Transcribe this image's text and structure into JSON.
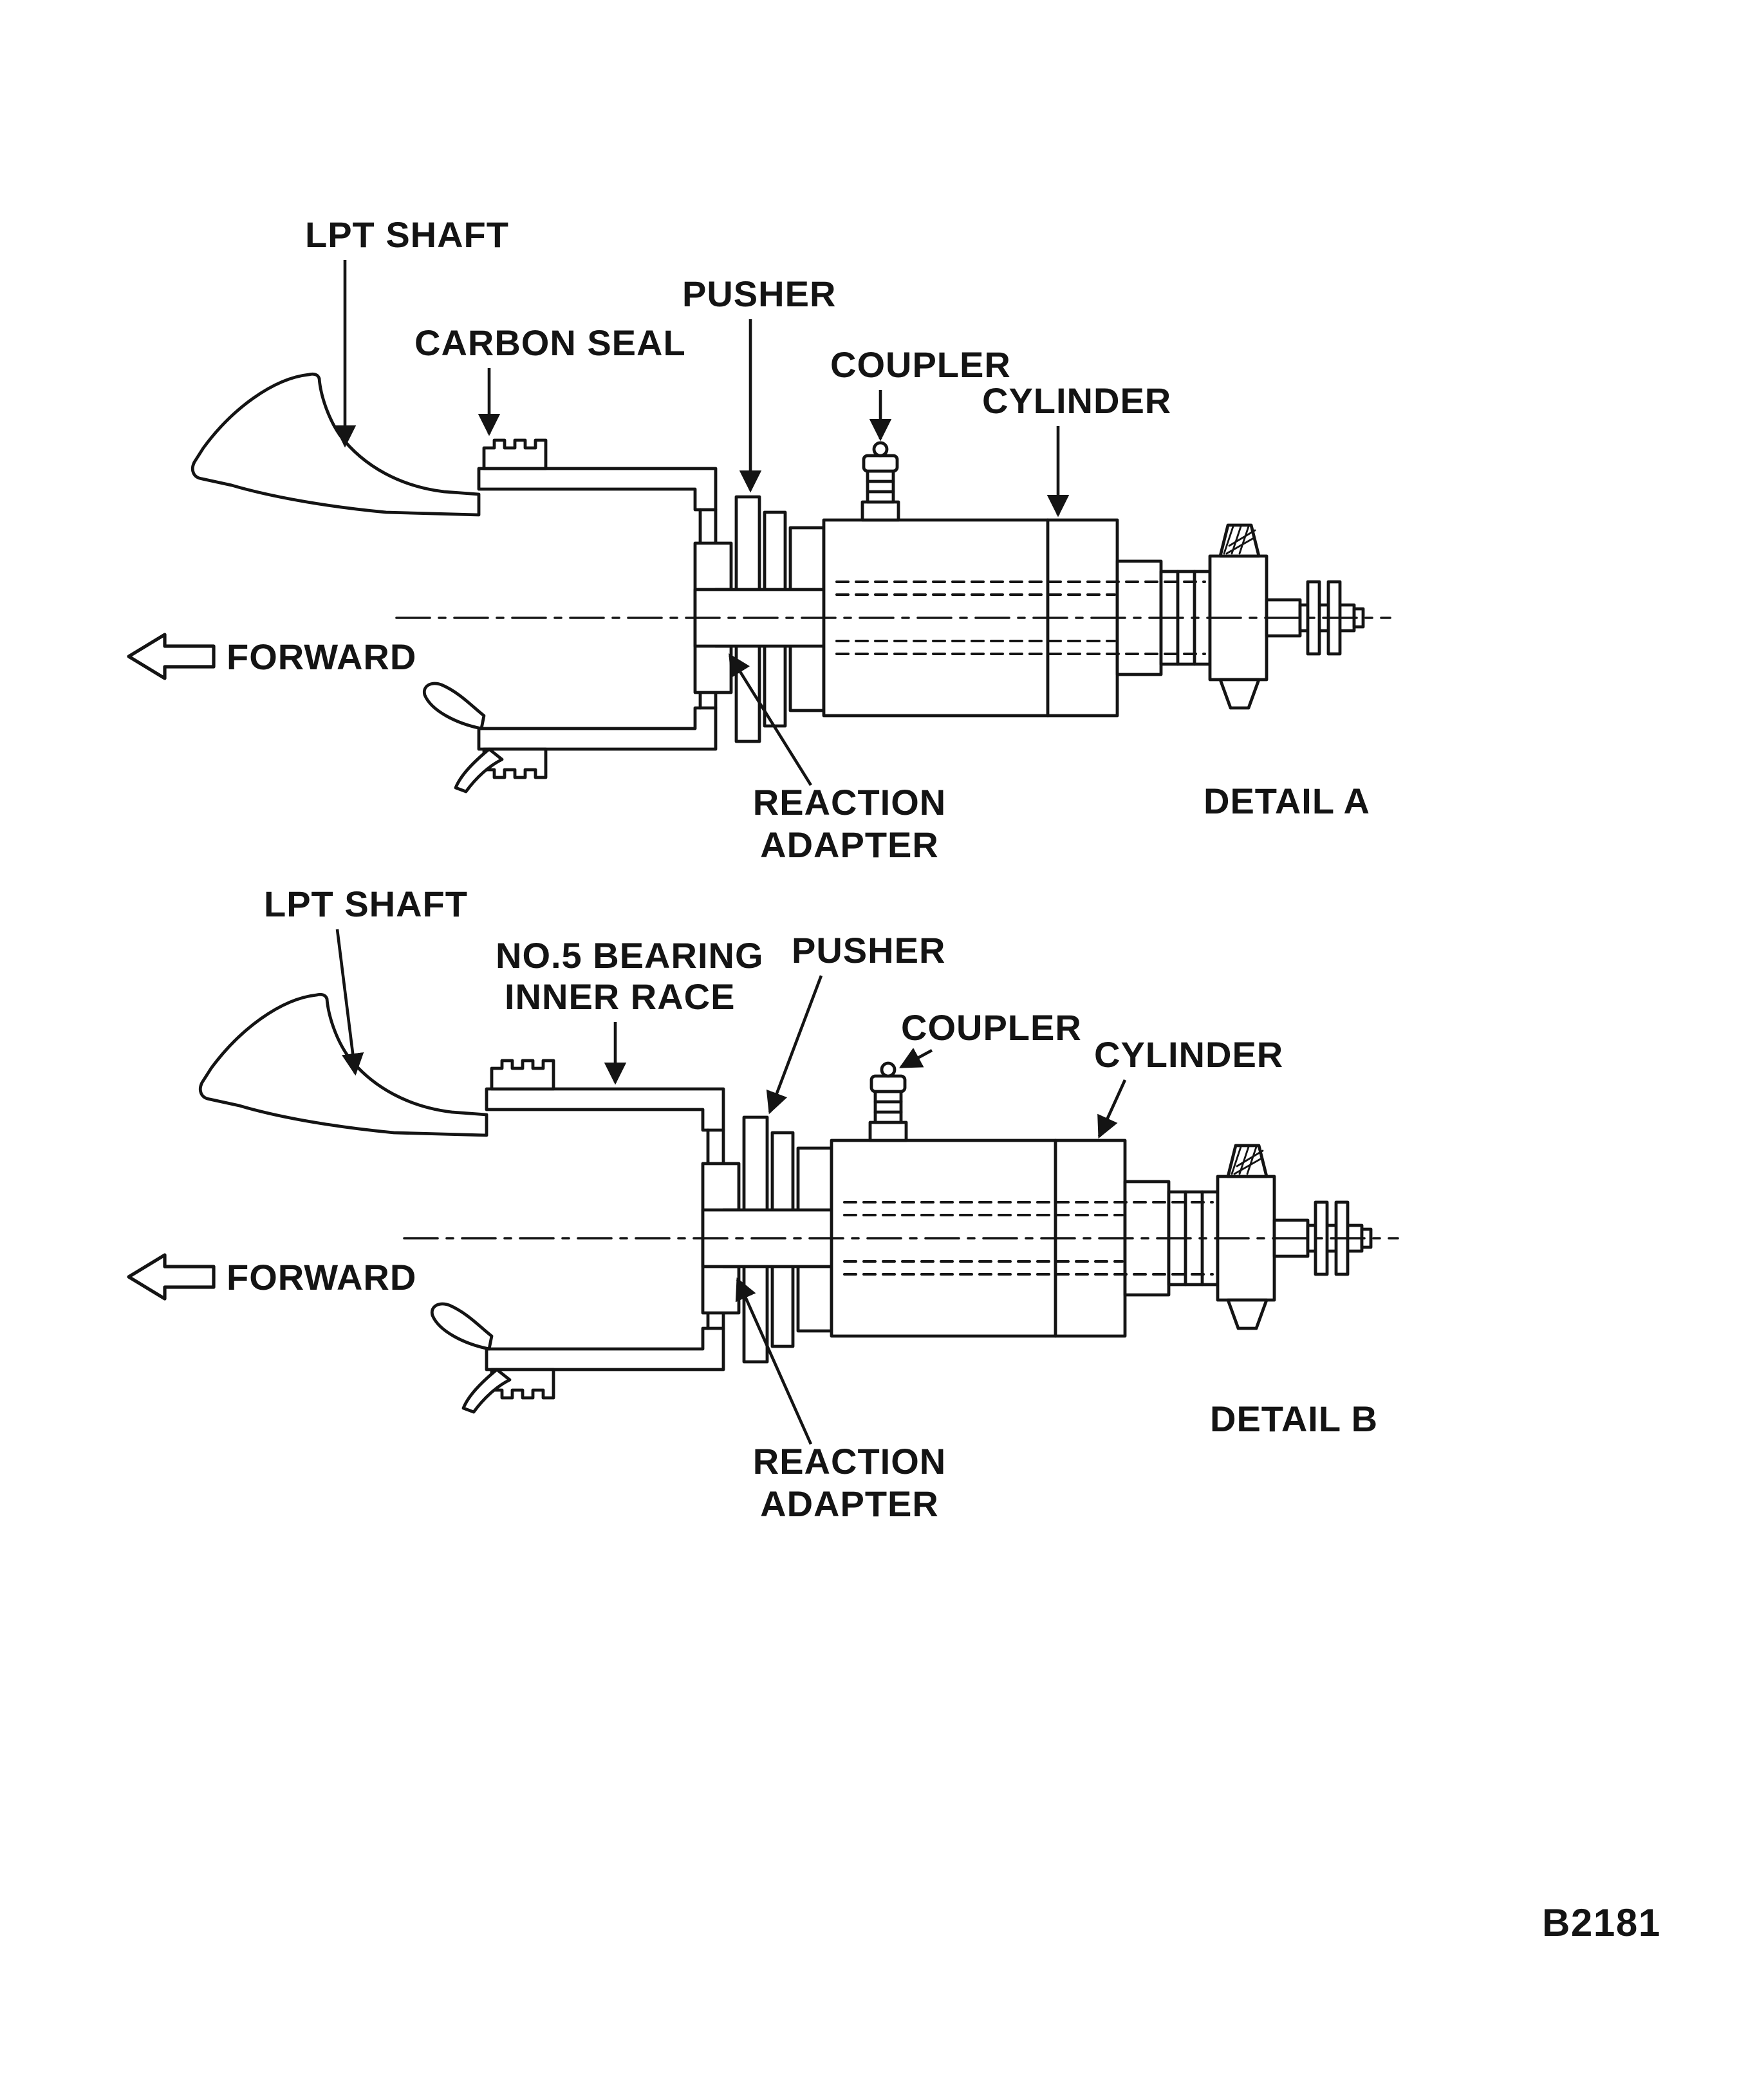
{
  "figure_code": "B2181",
  "colors": {
    "ink": "#141414",
    "background": "#ffffff"
  },
  "detail_a": {
    "labels": {
      "lpt_shaft": "LPT SHAFT",
      "pusher": "PUSHER",
      "carbon_seal": "CARBON SEAL",
      "coupler": "COUPLER",
      "cylinder": "CYLINDER",
      "forward": "FORWARD",
      "reaction_adapter_line1": "REACTION",
      "reaction_adapter_line2": "ADAPTER",
      "caption": "DETAIL A"
    }
  },
  "detail_b": {
    "labels": {
      "lpt_shaft": "LPT SHAFT",
      "bearing_line1": "NO.5 BEARING",
      "bearing_line2": "INNER RACE",
      "pusher": "PUSHER",
      "coupler": "COUPLER",
      "cylinder": "CYLINDER",
      "forward": "FORWARD",
      "reaction_adapter_line1": "REACTION",
      "reaction_adapter_line2": "ADAPTER",
      "caption": "DETAIL B"
    }
  }
}
